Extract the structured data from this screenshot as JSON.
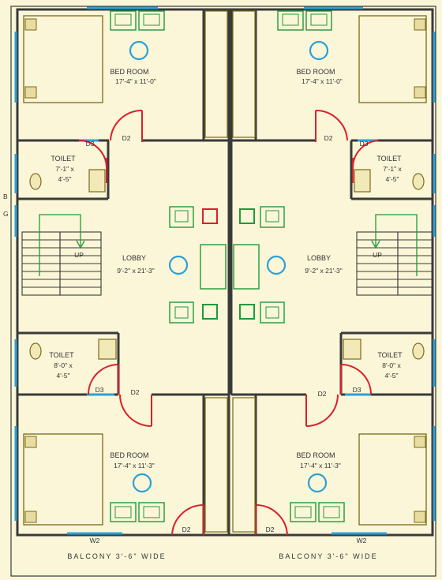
{
  "rooms": {
    "bedroom_tl": {
      "name": "BED ROOM",
      "size": "17'-4\" x 11'-0\""
    },
    "bedroom_tr": {
      "name": "BED ROOM",
      "size": "17'-4\" x 11'-0\""
    },
    "bedroom_bl": {
      "name": "BED ROOM",
      "size": "17'-4\" x 11'-3\""
    },
    "bedroom_br": {
      "name": "BED ROOM",
      "size": "17'-4\" x 11'-3\""
    },
    "toilet_tl": {
      "name": "TOILET",
      "size_line1": "7'-1\" x",
      "size_line2": "4'-5\""
    },
    "toilet_tr": {
      "name": "TOILET",
      "size_line1": "7'-1\" x",
      "size_line2": "4'-5\""
    },
    "toilet_bl": {
      "name": "TOILET",
      "size_line1": "8'-0\" x",
      "size_line2": "4'-5\""
    },
    "toilet_br": {
      "name": "TOILET",
      "size_line1": "8'-0\" x",
      "size_line2": "4'-5\""
    },
    "lobby_l": {
      "name": "LOBBY",
      "size": "9'-2\" x 21'-3\""
    },
    "lobby_r": {
      "name": "LOBBY",
      "size": "9'-2\" x 21'-3\""
    },
    "balcony_l": {
      "name": "BALCONY 3'-6\" WIDE"
    },
    "balcony_r": {
      "name": "BALCONY 3'-6\" WIDE"
    }
  },
  "doors": {
    "d2": "D2",
    "d3": "D3"
  },
  "windows": {
    "w2": "W2"
  },
  "stairs": {
    "up": "UP"
  },
  "margin_letters": {
    "b": "B",
    "g": "G"
  },
  "colors": {
    "background": "#fbf6d8",
    "wall": "#3a3a3a",
    "window": "#2aa0d8",
    "door_swing": "#d8202a",
    "furniture": "#1f9a3a",
    "fixture": "#7a6a1a",
    "circle": "#2aa0d8"
  }
}
